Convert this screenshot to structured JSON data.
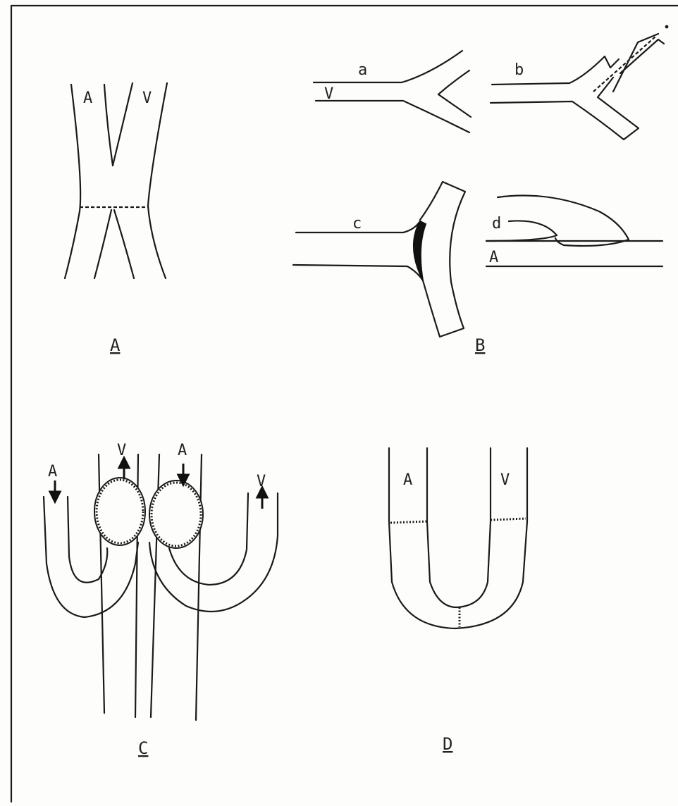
{
  "panels": {
    "A": {
      "caption": "A",
      "label_artery": "A",
      "label_vein": "V"
    },
    "B": {
      "caption": "B",
      "label_a": "a",
      "label_b": "b",
      "label_c": "c",
      "label_d": "d",
      "label_v": "V",
      "label_artery": "A"
    },
    "C": {
      "caption": "C",
      "label_a_left": "A",
      "label_v_left": "V",
      "label_a_right": "A",
      "label_v_right": "V"
    },
    "D": {
      "caption": "D",
      "label_artery": "A",
      "label_vein": "V"
    }
  }
}
